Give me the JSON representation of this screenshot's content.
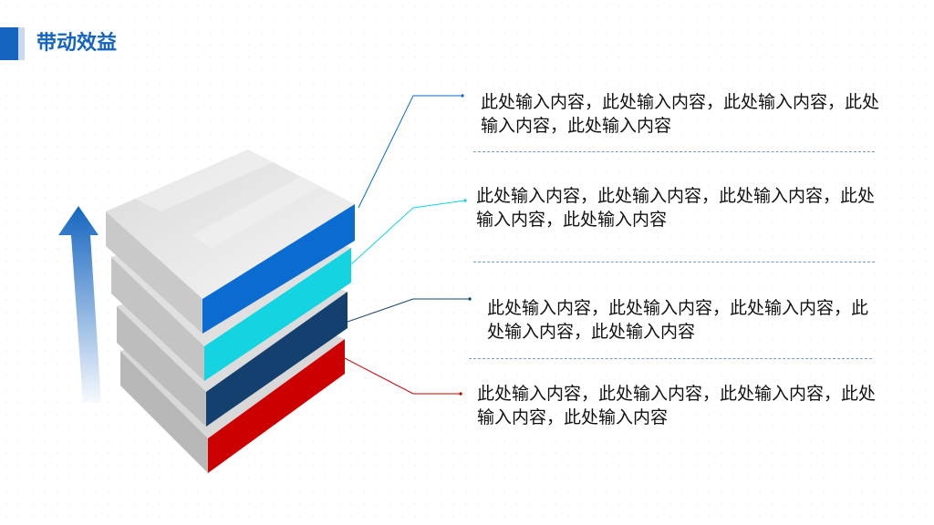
{
  "page": {
    "title": "带动效益"
  },
  "items": [
    {
      "text": "此处输入内容，此处输入内容，此处输入内容，此处输入内容，此处输入内容",
      "color": "#0a6bd0"
    },
    {
      "text": "此处输入内容，此处输入内容，此处输入内容，此处输入内容，此处输入内容",
      "color": "#13d4e0"
    },
    {
      "text": "此处输入内容，此处输入内容，此处输入内容，此处输入内容，此处输入内容",
      "color": "#13406e"
    },
    {
      "text": "此处输入内容，此处输入内容，此处输入内容，此处输入内容，此处输入内容",
      "color": "#cc0000"
    }
  ],
  "accent": "#1565c0"
}
